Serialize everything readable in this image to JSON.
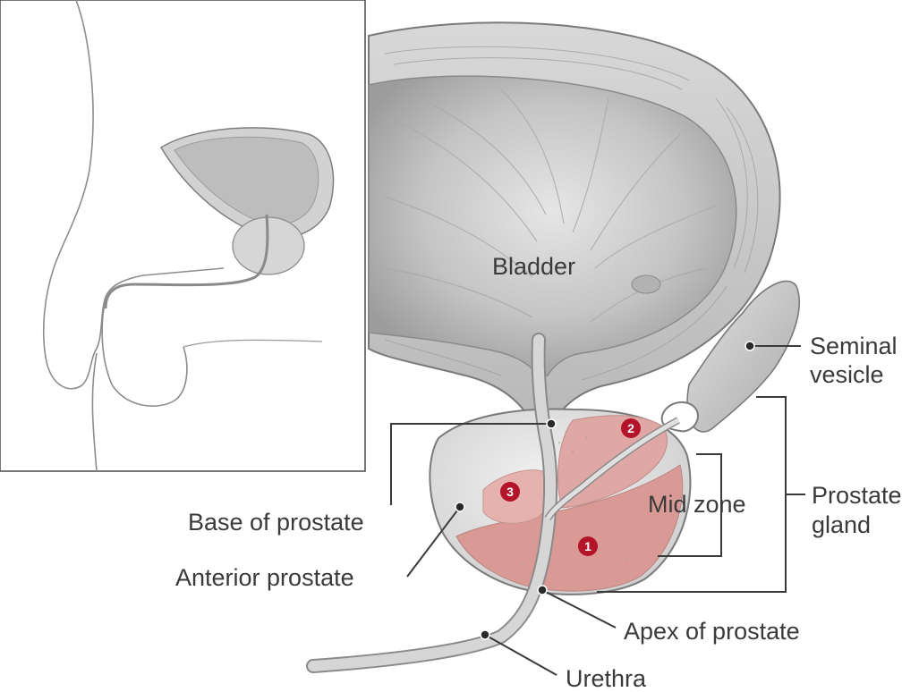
{
  "labels": {
    "bladder": "Bladder",
    "seminal_vesicle_line1": "Seminal",
    "seminal_vesicle_line2": "vesicle",
    "prostate_gland_line1": "Prostate",
    "prostate_gland_line2": "gland",
    "mid_zone": "Mid zone",
    "base_of_prostate": "Base of prostate",
    "anterior_prostate": "Anterior prostate",
    "apex_of_prostate": "Apex of prostate",
    "urethra": "Urethra"
  },
  "zone_markers": {
    "zone1": "1",
    "zone2": "2",
    "zone3": "3"
  },
  "colors": {
    "line": "#3a3a3a",
    "tissue_gray": "#c9c9c9",
    "prostate_pink": "#d99a96",
    "marker_red": "#b4142a"
  }
}
